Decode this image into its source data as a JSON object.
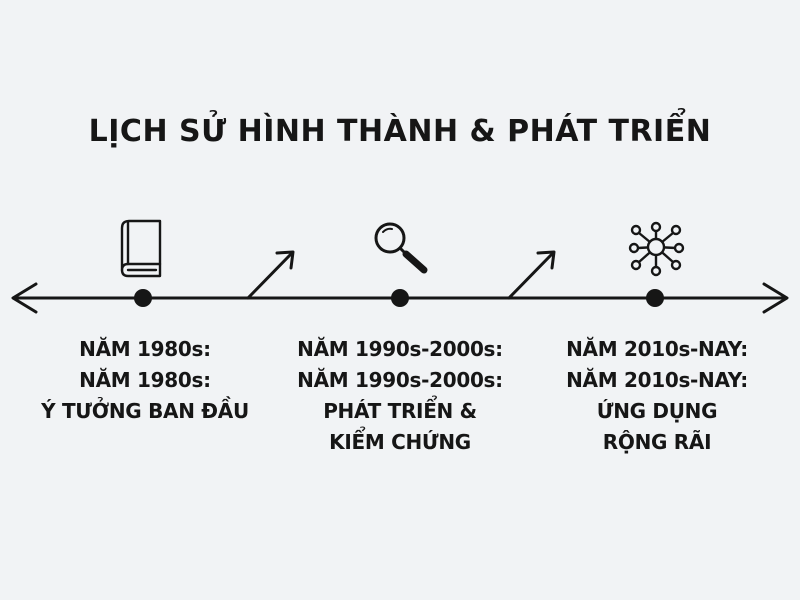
{
  "title": "LỊCH SỬ HÌNH THÀNH & PHÁT TRIỂN",
  "milestones": [
    {
      "icon": "book-icon",
      "lines": [
        "NĂM 1980s:",
        "NĂM 1980s:",
        "Ý TƯỞNG BAN ĐẦU"
      ]
    },
    {
      "icon": "magnifying-glass-icon",
      "lines": [
        "NĂM 1990s-2000s:",
        "NĂM 1990s-2000s:",
        "PHÁT TRIỂN &",
        "KIỂM CHỨNG"
      ]
    },
    {
      "icon": "network-icon",
      "lines": [
        "NĂM 2010s-NAY:",
        "NĂM 2010s-NAY:",
        "ỨNG DỤNG",
        "RỘNG RÃI"
      ]
    }
  ],
  "connectors": [
    "arrow-up-right-icon",
    "arrow-up-right-icon"
  ],
  "colors": {
    "background": "#f1f3f5",
    "ink": "#161616"
  }
}
